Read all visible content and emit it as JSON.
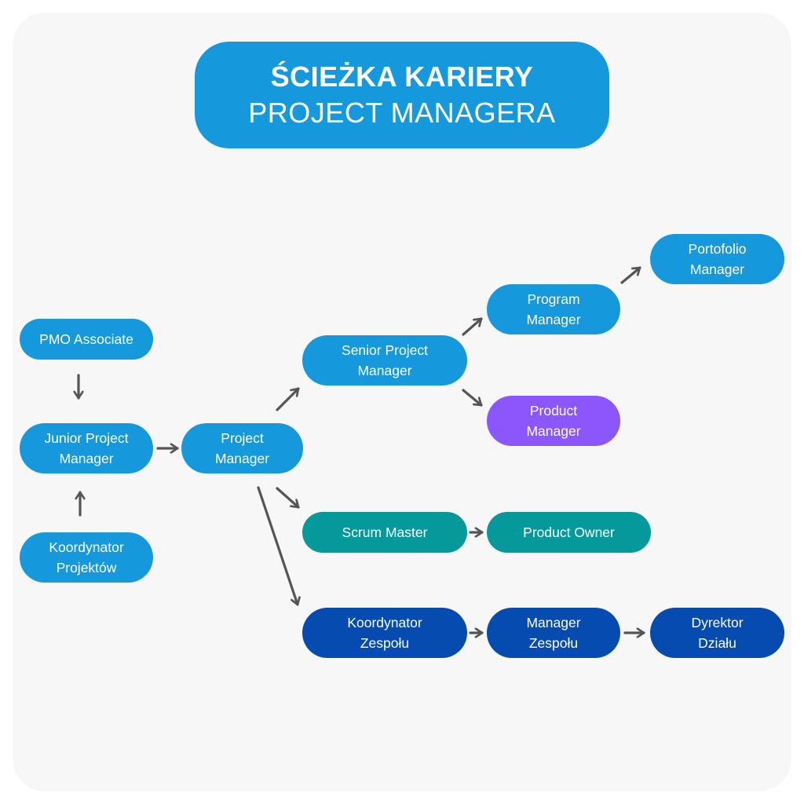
{
  "title": {
    "line1": "ŚCIEŻKA KARIERY",
    "line2": "PROJECT MANAGERA"
  },
  "colors": {
    "background": "#f7f7f8",
    "primary_blue": "#1598dc",
    "purple": "#8b57fd",
    "teal": "#06999b",
    "navy": "#064bb0",
    "arrow": "#555555"
  },
  "nodes": {
    "pmo_associate": {
      "lines": [
        "PMO Associate"
      ]
    },
    "junior_pm": {
      "lines": [
        "Junior Project",
        "Manager"
      ]
    },
    "koordynator_projektow": {
      "lines": [
        "Koordynator",
        "Projektów"
      ]
    },
    "project_manager": {
      "lines": [
        "Project",
        "Manager"
      ]
    },
    "senior_pm": {
      "lines": [
        "Senior Project",
        "Manager"
      ]
    },
    "program_manager": {
      "lines": [
        "Program",
        "Manager"
      ]
    },
    "portfolio_manager": {
      "lines": [
        "Portofolio",
        "Manager"
      ]
    },
    "product_manager": {
      "lines": [
        "Product",
        "Manager"
      ]
    },
    "scrum_master": {
      "lines": [
        "Scrum Master"
      ]
    },
    "product_owner": {
      "lines": [
        "Product Owner"
      ]
    },
    "koordynator_zespolu": {
      "lines": [
        "Koordynator",
        "Zespołu"
      ]
    },
    "manager_zespolu": {
      "lines": [
        "Manager",
        "Zespołu"
      ]
    },
    "dyrektor_dzialu": {
      "lines": [
        "Dyrektor",
        "Działu"
      ]
    }
  },
  "edges": [
    {
      "from": "pmo_associate",
      "to": "junior_pm"
    },
    {
      "from": "koordynator_projektow",
      "to": "junior_pm"
    },
    {
      "from": "junior_pm",
      "to": "project_manager"
    },
    {
      "from": "project_manager",
      "to": "senior_pm"
    },
    {
      "from": "project_manager",
      "to": "scrum_master"
    },
    {
      "from": "project_manager",
      "to": "koordynator_zespolu"
    },
    {
      "from": "senior_pm",
      "to": "program_manager"
    },
    {
      "from": "senior_pm",
      "to": "product_manager"
    },
    {
      "from": "program_manager",
      "to": "portfolio_manager"
    },
    {
      "from": "scrum_master",
      "to": "product_owner"
    },
    {
      "from": "koordynator_zespolu",
      "to": "manager_zespolu"
    },
    {
      "from": "manager_zespolu",
      "to": "dyrektor_dzialu"
    }
  ]
}
